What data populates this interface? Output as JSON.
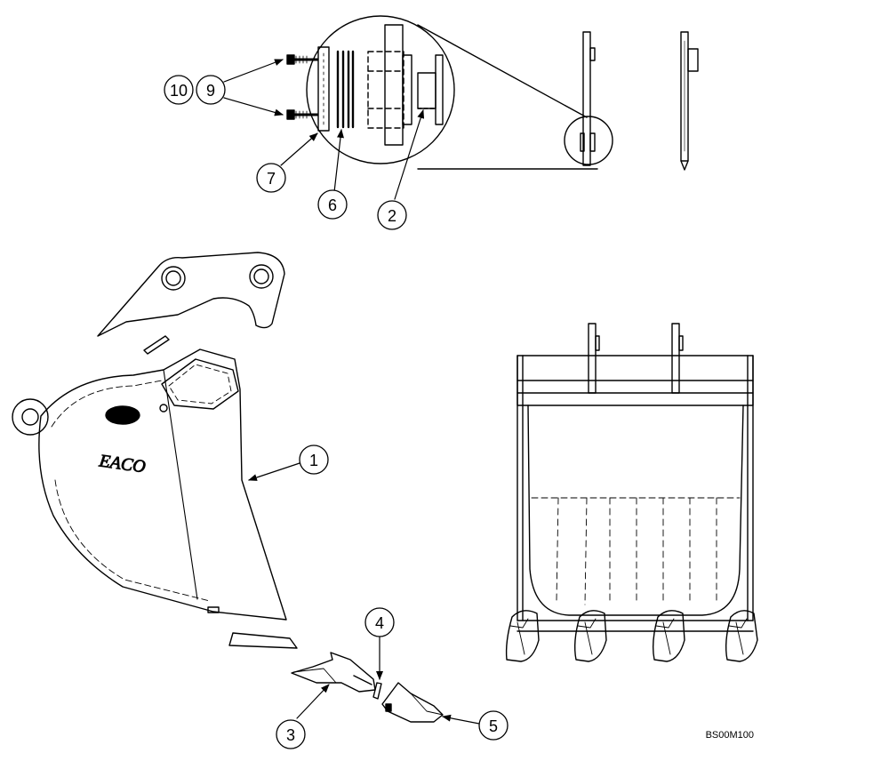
{
  "diagram": {
    "drawing_code": "BS00M100",
    "logo": "EACO",
    "callouts": {
      "c1": "1",
      "c2": "2",
      "c3": "3",
      "c4": "4",
      "c5": "5",
      "c6": "6",
      "c7": "7",
      "c9": "9",
      "c10": "10"
    }
  }
}
